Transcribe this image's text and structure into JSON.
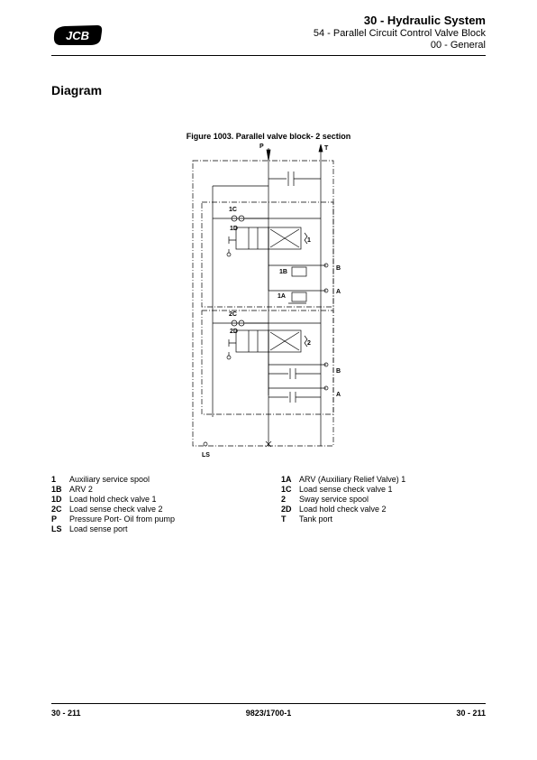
{
  "header": {
    "logo": "JCB",
    "title": "30 - Hydraulic System",
    "subtitle": "54 - Parallel Circuit Control Valve Block",
    "section": "00 - General"
  },
  "page_heading": "Diagram",
  "figure": {
    "caption": "Figure 1003. Parallel valve block- 2 section",
    "labels": {
      "P": "P",
      "T": "T",
      "1C": "1C",
      "1D": "1D",
      "one": "1",
      "1B": "1B",
      "B1": "B",
      "1A": "1A",
      "A1": "A",
      "2C": "2C",
      "2D": "2D",
      "two": "2",
      "B2": "B",
      "A2": "A",
      "LS": "LS"
    }
  },
  "legend_left": [
    {
      "key": "1",
      "text": "Auxiliary service spool"
    },
    {
      "key": "1B",
      "text": "ARV 2"
    },
    {
      "key": "1D",
      "text": "Load hold check valve 1"
    },
    {
      "key": "2C",
      "text": "Load sense check valve 2"
    },
    {
      "key": "P",
      "text": "Pressure Port- Oil from pump"
    },
    {
      "key": "LS",
      "text": "Load sense port"
    }
  ],
  "legend_right": [
    {
      "key": "1A",
      "text": "ARV (Auxiliary Relief Valve) 1"
    },
    {
      "key": "1C",
      "text": "Load sense check valve 1"
    },
    {
      "key": "2",
      "text": "Sway service spool"
    },
    {
      "key": "2D",
      "text": "Load hold check valve 2"
    },
    {
      "key": "T",
      "text": "Tank port"
    }
  ],
  "footer": {
    "left": "30 - 211",
    "center": "9823/1700-1",
    "right": "30 - 211"
  }
}
